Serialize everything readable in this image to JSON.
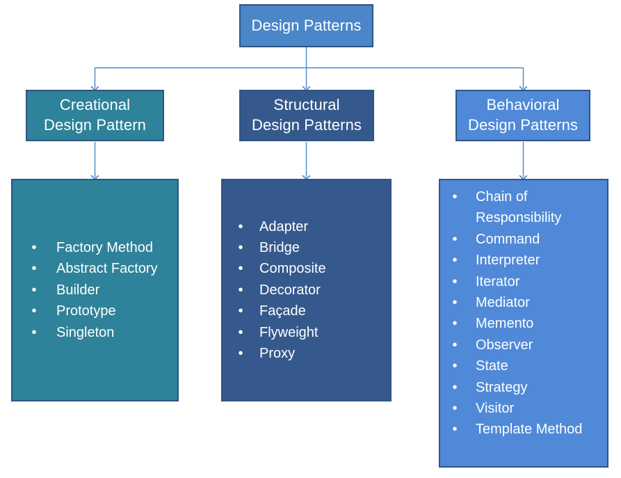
{
  "diagram": {
    "title": "Design Patterns",
    "root": {
      "label": "Design Patterns"
    },
    "categories": [
      {
        "id": "creational",
        "title_line1": "Creational",
        "title_line2": "Design Pattern",
        "color": "#2E8299",
        "border_color": "#2E5584",
        "items": [
          "Factory Method",
          "Abstract Factory",
          "Builder",
          "Prototype",
          "Singleton"
        ]
      },
      {
        "id": "structural",
        "title_line1": "Structural",
        "title_line2": "Design Patterns",
        "color": "#35598C",
        "border_color": "#2E5584",
        "items": [
          "Adapter",
          "Bridge",
          "Composite",
          "Decorator",
          "Façade",
          "Flyweight",
          "Proxy"
        ]
      },
      {
        "id": "behavioral",
        "title_line1": "Behavioral",
        "title_line2": "Design Patterns",
        "color": "#5089D8",
        "border_color": "#2E5584",
        "items": [
          "Chain of Responsibility",
          "Command",
          "Interpreter",
          "Iterator",
          "Mediator",
          "Memento",
          "Observer",
          "State",
          "Strategy",
          "Visitor",
          "Template Method"
        ]
      }
    ],
    "bullet_glyph": "•",
    "connector_color": "#4A86C8",
    "root_color": "#4A86C8"
  }
}
